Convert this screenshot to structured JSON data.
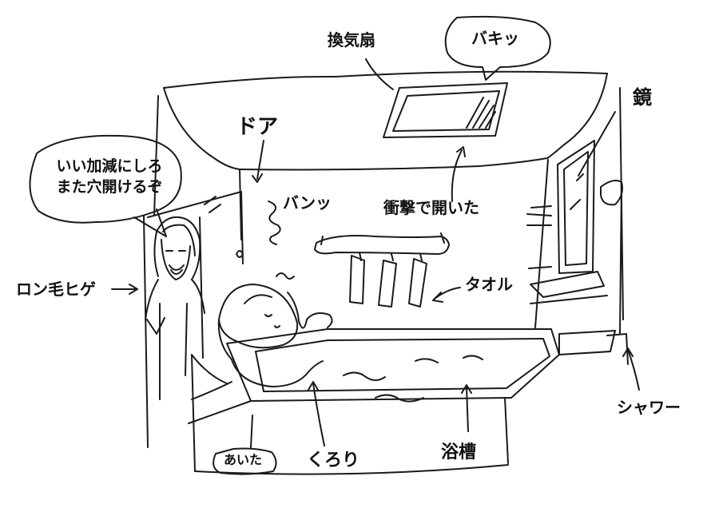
{
  "labels": {
    "fan": "換気扇",
    "fan_sound": "バキッ",
    "mirror": "鏡",
    "door": "ドア",
    "bang": "バンッ",
    "impact": "衝撃で開いた",
    "speech_line1": "いい加減にしろ",
    "speech_line2": "また穴開けるぞ",
    "man": "ロン毛ヒゲ",
    "towel": "タオル",
    "shower": "シャワー",
    "opened": "あいた",
    "kurori": "くろり",
    "bathtub": "浴槽"
  }
}
